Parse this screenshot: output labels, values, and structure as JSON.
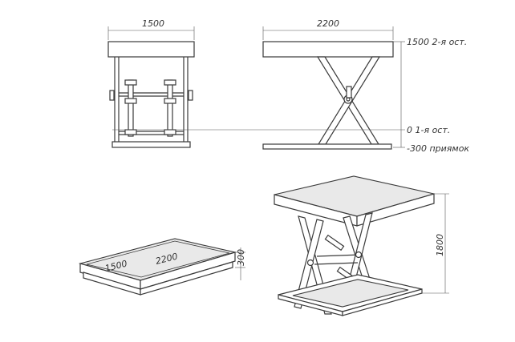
{
  "front_view": {
    "width_label": "1500"
  },
  "side_view": {
    "length_label": "2200"
  },
  "levels": {
    "upper": "1500 2-я ост.",
    "lower": "0 1-я ост.",
    "pit": "-300 приямок"
  },
  "lowered_iso": {
    "width_label": "1500",
    "length_label": "2200",
    "height_label": "300"
  },
  "raised_iso": {
    "height_label": "1800"
  }
}
